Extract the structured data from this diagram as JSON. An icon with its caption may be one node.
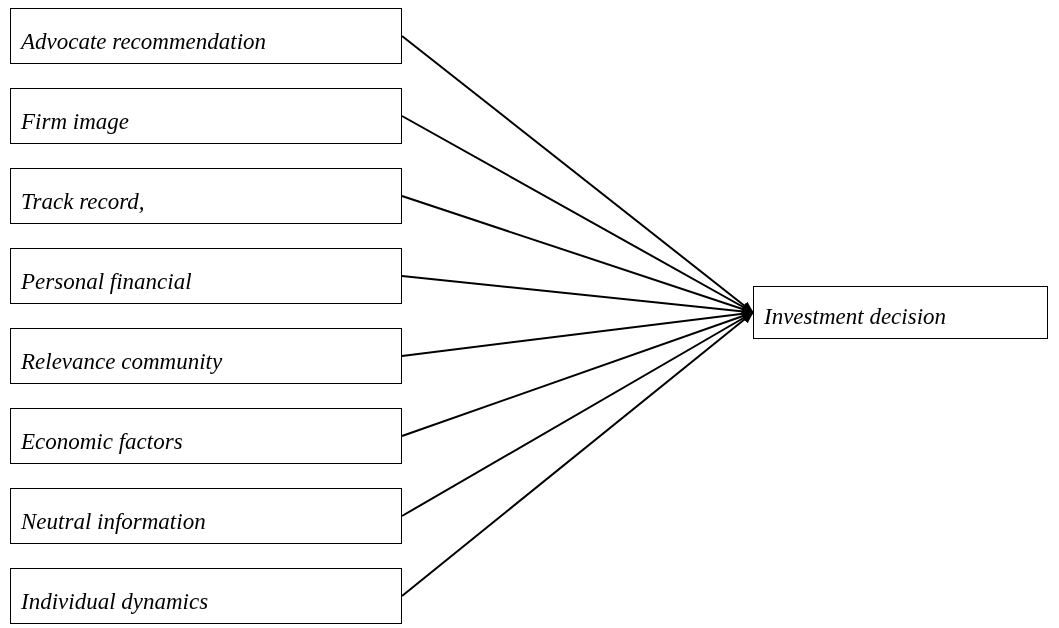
{
  "diagram": {
    "nodes": [
      {
        "text": [
          "Advocate recommendation"
        ]
      },
      {
        "text": [
          "Firm image"
        ]
      },
      {
        "text": [
          "Track record,"
        ]
      },
      {
        "text": [
          "Personal financial"
        ]
      },
      {
        "text": [
          "Relevance community"
        ]
      },
      {
        "text": [
          "Economic factors"
        ]
      },
      {
        "text": [
          "Neutral information"
        ]
      },
      {
        "text": [
          "Individual dynamics"
        ]
      },
      {
        "text": [
          "Investment decision"
        ]
      }
    ],
    "edges": [
      {
        "from": 0,
        "to": 8,
        "arrow": "to"
      },
      {
        "from": 1,
        "to": 8,
        "arrow": "to"
      },
      {
        "from": 2,
        "to": 8,
        "arrow": "to"
      },
      {
        "from": 3,
        "to": 8,
        "arrow": "to"
      },
      {
        "from": 4,
        "to": 8,
        "arrow": "to"
      },
      {
        "from": 5,
        "to": 8,
        "arrow": "to"
      },
      {
        "from": 6,
        "to": 8,
        "arrow": "to"
      },
      {
        "from": 7,
        "to": 8,
        "arrow": "to"
      }
    ]
  }
}
